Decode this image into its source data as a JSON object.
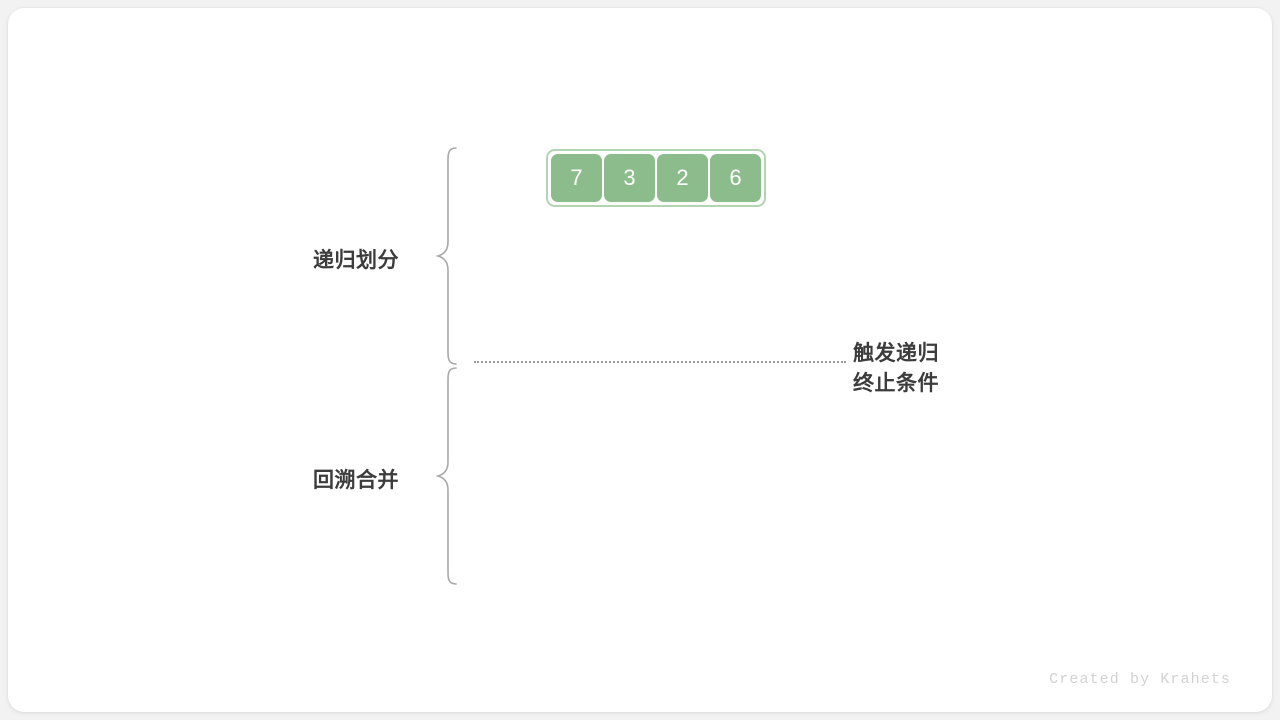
{
  "figure": {
    "background_color": "#f2f2f2",
    "card_color": "#ffffff",
    "accent_color": "#8cbc8b",
    "accent_border_color": "#b2d4b1",
    "text_color": "#3c3c3c",
    "divider_color": "#9a9a9a"
  },
  "array": {
    "values": [
      "7",
      "3",
      "2",
      "6"
    ]
  },
  "sections": [
    {
      "id": "divide",
      "label": "递归划分"
    },
    {
      "id": "merge",
      "label": "回溯合并"
    }
  ],
  "annotation": {
    "line1": "触发递归",
    "line2": "终止条件"
  },
  "credit": {
    "text": "Created by Krahets"
  }
}
